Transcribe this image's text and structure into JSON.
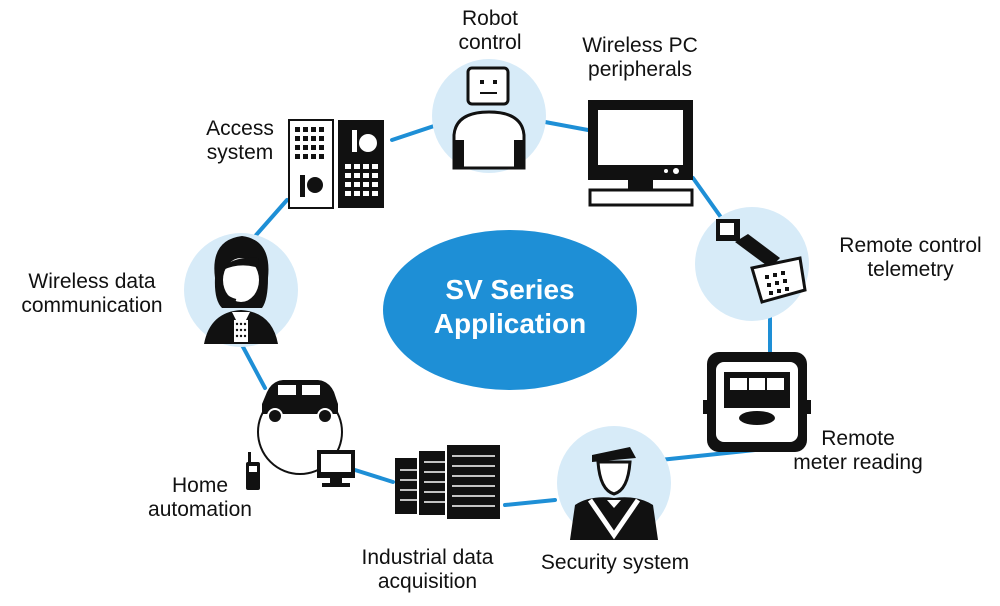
{
  "center": {
    "line1": "SV Series",
    "line2": "Application"
  },
  "nodes": [
    {
      "id": "robot",
      "lines": [
        "Robot",
        "control"
      ],
      "icon": "robot-icon"
    },
    {
      "id": "pc",
      "lines": [
        "Wireless PC",
        "peripherals"
      ],
      "icon": "monitor-icon"
    },
    {
      "id": "telemetry",
      "lines": [
        "Remote control",
        "telemetry"
      ],
      "icon": "remote-terminal-icon"
    },
    {
      "id": "meter",
      "lines": [
        "Remote",
        "meter reading"
      ],
      "icon": "gas-meter-icon"
    },
    {
      "id": "security",
      "lines": [
        "Security system"
      ],
      "icon": "security-guard-icon"
    },
    {
      "id": "industrial",
      "lines": [
        "Industrial data",
        "acquisition"
      ],
      "icon": "server-rack-icon"
    },
    {
      "id": "home",
      "lines": [
        "Home",
        "automation"
      ],
      "icon": "home-automation-icon"
    },
    {
      "id": "wireless",
      "lines": [
        "Wireless data",
        "communication"
      ],
      "icon": "headset-operator-icon"
    },
    {
      "id": "access",
      "lines": [
        "Access",
        "system"
      ],
      "icon": "access-panel-icon"
    }
  ],
  "colors": {
    "accent": "#1e8fd6",
    "node_bg": "#d7ebf8",
    "connector": "#1e8fd6",
    "icon": "#111111"
  }
}
